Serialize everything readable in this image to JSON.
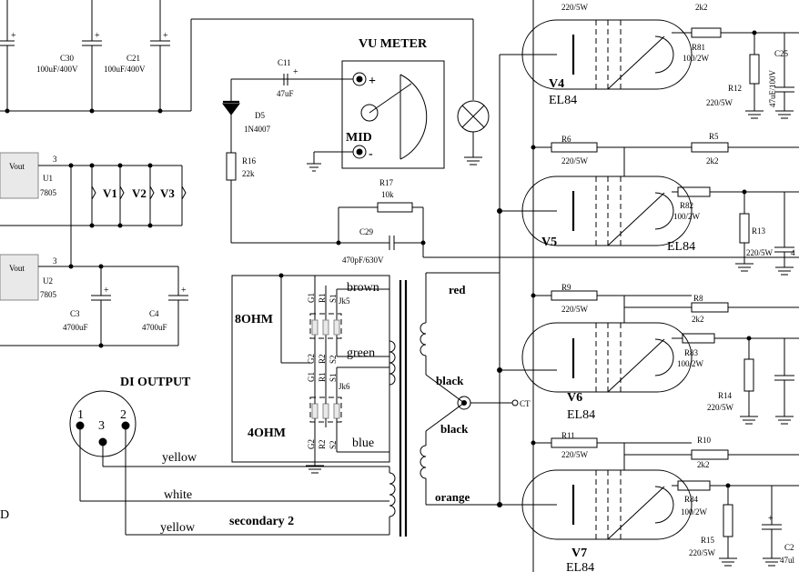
{
  "headings": {
    "vu_meter": "VU METER",
    "di_output": "DI OUTPUT",
    "ohm8": "8OHM",
    "ohm4": "4OHM",
    "secondary2": "secondary 2",
    "left_edge_letter": "D",
    "mid": "MID",
    "plus": "+",
    "minus": "-"
  },
  "power": {
    "c30_name": "C30",
    "c30_value": "100uF/400V",
    "c21_name": "C21",
    "c21_value": "100uF/400V",
    "u1_name": "U1",
    "u1_part": "7805",
    "u1_pin": "Vout",
    "u1_pin_num": "3",
    "u2_name": "U2",
    "u2_part": "7805",
    "u2_pin": "Vout",
    "u2_pin_num": "3",
    "v1": "V1",
    "v2": "V2",
    "v3": "V3",
    "c3_name": "C3",
    "c3_value": "4700uF",
    "c4_name": "C4",
    "c4_value": "4700uF"
  },
  "vu": {
    "c11_name": "C11",
    "c11_value": "47uF",
    "d5_name": "D5",
    "d5_part": "1N4007",
    "r16_name": "R16",
    "r16_value": "22k",
    "r17_name": "R17",
    "r17_value": "10k",
    "c29_name": "C29",
    "c29_value": "470pF/630V"
  },
  "jacks": {
    "jk5": "Jk5",
    "jk6": "Jk6",
    "g1": "G1",
    "r1": "R1",
    "s1": "S1",
    "g2": "G2",
    "r2": "R2",
    "s2": "S2"
  },
  "wires": {
    "brown": "brown",
    "green": "green",
    "blue": "blue",
    "red": "red",
    "black1": "black",
    "black2": "black",
    "orange": "orange",
    "ct": "CT",
    "yellow1": "yellow",
    "white": "white",
    "yellow2": "yellow"
  },
  "xlr": {
    "pin1": "1",
    "pin2": "2",
    "pin3": "3"
  },
  "tubes": {
    "v4": "V4",
    "v4_type": "EL84",
    "v5": "V5",
    "v5_type": "EL84",
    "v6": "V6",
    "v6_type": "EL84",
    "v7": "V7",
    "v7_type": "EL84"
  },
  "resistors": {
    "top_220": "220/5W",
    "top_2k2": "2k2",
    "r81": "R81",
    "r81_v": "100/2W",
    "r12": "R12",
    "r12_v": "220/5W",
    "c25": "C25",
    "c25_v": "47uF/100V",
    "r6": "R6",
    "r6_v": "220/5W",
    "r5": "R5",
    "r5_v": "2k2",
    "r82": "R82",
    "r82_v": "100/2W",
    "r13": "R13",
    "r13_v": "220/5W",
    "c_cut": "4",
    "r9": "R9",
    "r9_v": "220/5W",
    "r8": "R8",
    "r8_v": "2k2",
    "r83": "R83",
    "r83_v": "100/2W",
    "r14": "R14",
    "r14_v": "220/5W",
    "r11": "R11",
    "r11_v": "220/5W",
    "r10": "R10",
    "r10_v": "2k2",
    "r84": "R84",
    "r84_v": "100/2W",
    "r15": "R15",
    "r15_v": "220/5W",
    "c2x": "C2",
    "c2x_v": "47ul"
  }
}
